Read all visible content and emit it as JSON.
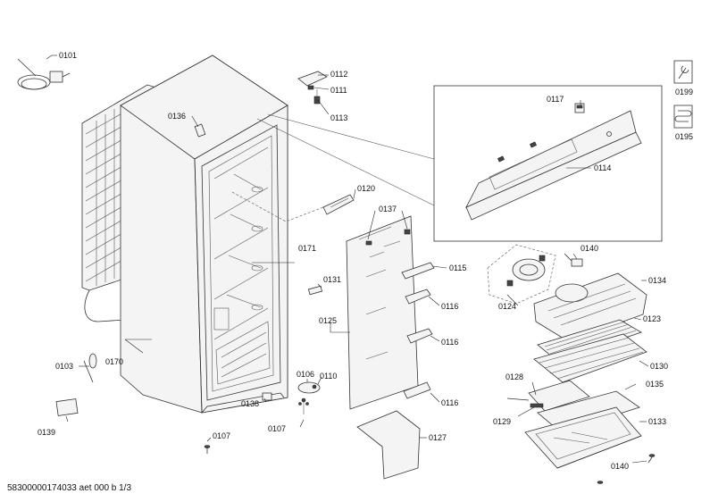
{
  "parts": [
    {
      "id": "p0101",
      "label": "0101"
    },
    {
      "id": "p0112",
      "label": "0112"
    },
    {
      "id": "p0111",
      "label": "0111"
    },
    {
      "id": "p0113",
      "label": "0113"
    },
    {
      "id": "p0136",
      "label": "0136"
    },
    {
      "id": "p0117",
      "label": "0117"
    },
    {
      "id": "p0114",
      "label": "0114"
    },
    {
      "id": "p0120",
      "label": "0120"
    },
    {
      "id": "p0137",
      "label": "0137"
    },
    {
      "id": "p0171",
      "label": "0171"
    },
    {
      "id": "p0115",
      "label": "0115"
    },
    {
      "id": "p0131",
      "label": "0131"
    },
    {
      "id": "p0116a",
      "label": "0116"
    },
    {
      "id": "p0125",
      "label": "0125"
    },
    {
      "id": "p0116b",
      "label": "0116"
    },
    {
      "id": "p0140a",
      "label": "0140"
    },
    {
      "id": "p0134",
      "label": "0134"
    },
    {
      "id": "p0124",
      "label": "0124"
    },
    {
      "id": "p0123",
      "label": "0123"
    },
    {
      "id": "p0130",
      "label": "0130"
    },
    {
      "id": "p0103",
      "label": "0103"
    },
    {
      "id": "p0170",
      "label": "0170"
    },
    {
      "id": "p0106",
      "label": "0106"
    },
    {
      "id": "p0110",
      "label": "0110"
    },
    {
      "id": "p0116c",
      "label": "0116"
    },
    {
      "id": "p0128",
      "label": "0128"
    },
    {
      "id": "p0135",
      "label": "0135"
    },
    {
      "id": "p0138",
      "label": "0138"
    },
    {
      "id": "p0107a",
      "label": "0107"
    },
    {
      "id": "p0129",
      "label": "0129"
    },
    {
      "id": "p0139",
      "label": "0139"
    },
    {
      "id": "p0127",
      "label": "0127"
    },
    {
      "id": "p0133",
      "label": "0133"
    },
    {
      "id": "p0107b",
      "label": "0107"
    },
    {
      "id": "p0140b",
      "label": "0140"
    }
  ],
  "side_icons": [
    {
      "id": "icon0199",
      "label": "0199",
      "icon": "wrench-icon"
    },
    {
      "id": "icon0195",
      "label": "0195",
      "icon": "heating-coil-icon"
    }
  ],
  "footer": {
    "document_ref": "58300000174033 aet 000 b 1/3"
  }
}
